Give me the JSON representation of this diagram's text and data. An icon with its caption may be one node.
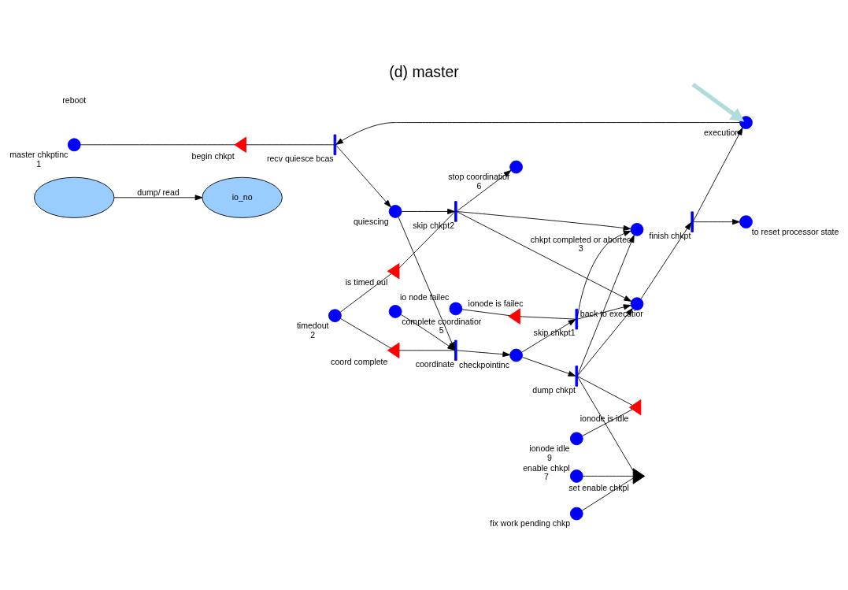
{
  "diagram": {
    "title": "(d) master",
    "nodes": [
      {
        "text": [],
        "shape": "ellipse"
      },
      {
        "text": [
          "io_no"
        ]
      },
      {
        "text": [],
        "shape": "circle",
        "beside": [
          "master chkptinc",
          "1"
        ]
      },
      {
        "text": [],
        "shape": "triangle",
        "beside": [
          "begin chkpt"
        ]
      },
      {
        "text": [],
        "shape": "bar",
        "beside": [
          "recv quiesce bcas"
        ]
      },
      {
        "text": [],
        "shape": "circle",
        "beside": [
          "to reset processor state"
        ]
      },
      {
        "text": [],
        "shape": "circle",
        "beside": [
          "execution"
        ]
      },
      {
        "text": [],
        "shape": "circle",
        "beside": [
          "quiescing"
        ]
      },
      {
        "text": [],
        "shape": "circle",
        "beside": [
          "stop coordinatior",
          "6"
        ]
      },
      {
        "text": [],
        "shape": "bar",
        "beside": [
          "finish chkpt"
        ]
      },
      {
        "text": [],
        "shape": "bar",
        "beside": [
          "skip chkpt2"
        ]
      },
      {
        "text": [],
        "shape": "triangle",
        "beside": [
          "is timed oul"
        ]
      },
      {
        "text": [],
        "shape": "circle",
        "beside": [
          "timedout",
          "2"
        ]
      },
      {
        "text": [],
        "shape": "circle",
        "beside": [
          "back to executior"
        ]
      },
      {
        "text": [],
        "shape": "triangle",
        "beside": [
          "coord complete"
        ]
      },
      {
        "text": [],
        "shape": "bar",
        "beside": [
          "dump chkpt"
        ]
      },
      {
        "text": [],
        "shape": "circle",
        "beside": [
          "checkpointinc"
        ]
      },
      {
        "text": [],
        "shape": "bar",
        "beside": [
          "coordinate"
        ]
      },
      {
        "text": [],
        "shape": "circle",
        "beside": [
          "chkpt completed or abortec",
          "3"
        ]
      },
      {
        "text": [],
        "shape": "circle",
        "beside": [
          "complete coordinatior",
          "5"
        ]
      },
      {
        "text": [],
        "shape": "bar",
        "beside": [
          "skip chkpt1"
        ]
      },
      {
        "text": [],
        "shape": "triangle",
        "beside": [
          "ionode is idle"
        ]
      },
      {
        "text": [],
        "shape": "circle",
        "beside": [
          "ionode idle",
          "9"
        ]
      },
      {
        "text": [],
        "shape": "circle",
        "beside": [
          "io node failec"
        ]
      },
      {
        "text": [],
        "shape": "triangle",
        "beside": [
          "ionode is failec"
        ]
      },
      {
        "text": [],
        "shape": "triangle",
        "beside": [
          "set enable chkpl"
        ]
      },
      {
        "text": [],
        "shape": "circle",
        "beside": [
          "fix work pending chkp"
        ]
      },
      {
        "text": [],
        "shape": "circle",
        "beside": [
          "enable chkpl",
          "7"
        ]
      }
    ],
    "edges": [
      {
        "from": 0,
        "to": 1,
        "arrow": "to",
        "label": "dump/ read"
      },
      {
        "from": 2,
        "to": 3,
        "arrow": "none"
      },
      {
        "from": 3,
        "to": 4,
        "arrow": "none"
      },
      {
        "from": 6,
        "to": 4,
        "arrow": "to"
      },
      {
        "from": 4,
        "to": 7,
        "arrow": "to"
      },
      {
        "from": 9,
        "to": 5,
        "arrow": "to"
      },
      {
        "from": 9,
        "to": 6,
        "arrow": "to"
      },
      {
        "from": 13,
        "to": 9,
        "arrow": "to"
      },
      {
        "from": 7,
        "to": 10,
        "arrow": "to"
      },
      {
        "from": 10,
        "to": 8,
        "arrow": "to"
      },
      {
        "from": 12,
        "to": 11,
        "arrow": "none"
      },
      {
        "from": 11,
        "to": 10,
        "arrow": "none"
      },
      {
        "from": 10,
        "to": 13,
        "arrow": "to"
      },
      {
        "from": 10,
        "to": 18,
        "arrow": "to"
      },
      {
        "from": 7,
        "to": 17,
        "arrow": "to"
      },
      {
        "from": 12,
        "to": 14,
        "arrow": "none"
      },
      {
        "from": 14,
        "to": 17,
        "arrow": "none"
      },
      {
        "from": 19,
        "to": 17,
        "arrow": "to"
      },
      {
        "from": 17,
        "to": 16,
        "arrow": "to"
      },
      {
        "from": 16,
        "to": 15,
        "arrow": "to"
      },
      {
        "from": 15,
        "to": 13,
        "arrow": "to"
      },
      {
        "from": 15,
        "to": 18,
        "arrow": "to"
      },
      {
        "from": 15,
        "to": 21,
        "arrow": "none"
      },
      {
        "from": 15,
        "to": 25,
        "arrow": "none"
      },
      {
        "from": 22,
        "to": 21,
        "arrow": "none"
      },
      {
        "from": 20,
        "to": 13,
        "arrow": "to"
      },
      {
        "from": 20,
        "to": 18,
        "arrow": "to"
      },
      {
        "from": 16,
        "to": 20,
        "arrow": "to"
      },
      {
        "from": 24,
        "to": 20,
        "arrow": "none"
      },
      {
        "from": 23,
        "to": 24,
        "arrow": "none"
      },
      {
        "from": 26,
        "to": 25,
        "arrow": "none"
      },
      {
        "from": 27,
        "to": 25,
        "arrow": "none"
      },
      {
        "from": null,
        "to": 6,
        "arrow": "to",
        "style": "thick",
        "color": "#b0dcdc"
      }
    ],
    "labels": [
      "reboot"
    ]
  }
}
